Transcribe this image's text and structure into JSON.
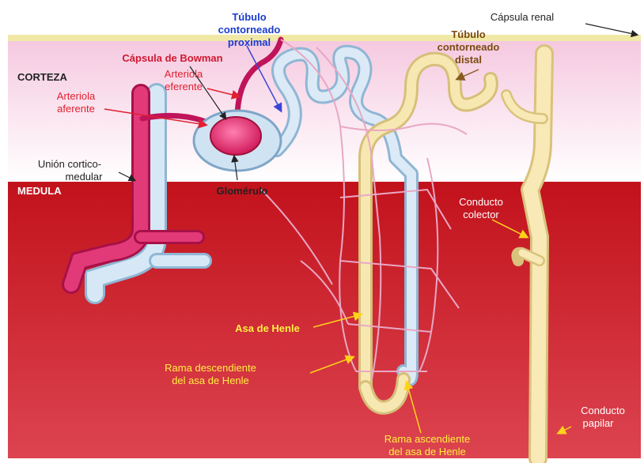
{
  "regions": {
    "corteza": "CORTEZA",
    "medula": "MEDULA",
    "union": [
      "Unión cortico-",
      "medular"
    ]
  },
  "labels": {
    "tubulo_proximal": [
      "Túbulo",
      "contorneado",
      "proximal"
    ],
    "capsula_renal": "Cápsula renal",
    "tubulo_distal": [
      "Túbulo",
      "contorneado",
      "distal"
    ],
    "capsula_bowman": "Cápsula de Bowman",
    "arteriola_eferente": [
      "Arteriola",
      "eferente"
    ],
    "arteriola_aferente": [
      "Arteriola",
      "aferente"
    ],
    "glomerulo": "Glomérulo",
    "conducto_colector": [
      "Conducto",
      "colector"
    ],
    "asa_henle": "Asa de Henle",
    "rama_descendiente": [
      "Rama descendiente",
      "del asa de Henle"
    ],
    "rama_ascendiente": [
      "Rama ascendiente",
      "del asa de Henle"
    ],
    "conducto_papilar": [
      "Conducto",
      "papilar"
    ]
  },
  "colors": {
    "cortex_top": "#f7d6e8",
    "cortex_bottom": "#ffffff",
    "medulla_top": "#c8141e",
    "medulla_bottom": "#e0505a",
    "capsule_band": "#f3eaa8",
    "tubule": "#f6e7ad",
    "tubule_edge": "#d8c07a",
    "vessel_blue": "#cfe3f3",
    "artery": "#e0306a",
    "label_blue": "#1a3ccc",
    "label_brown": "#7a4a10",
    "label_red": "#d01830",
    "label_yellow": "#ffef40"
  }
}
